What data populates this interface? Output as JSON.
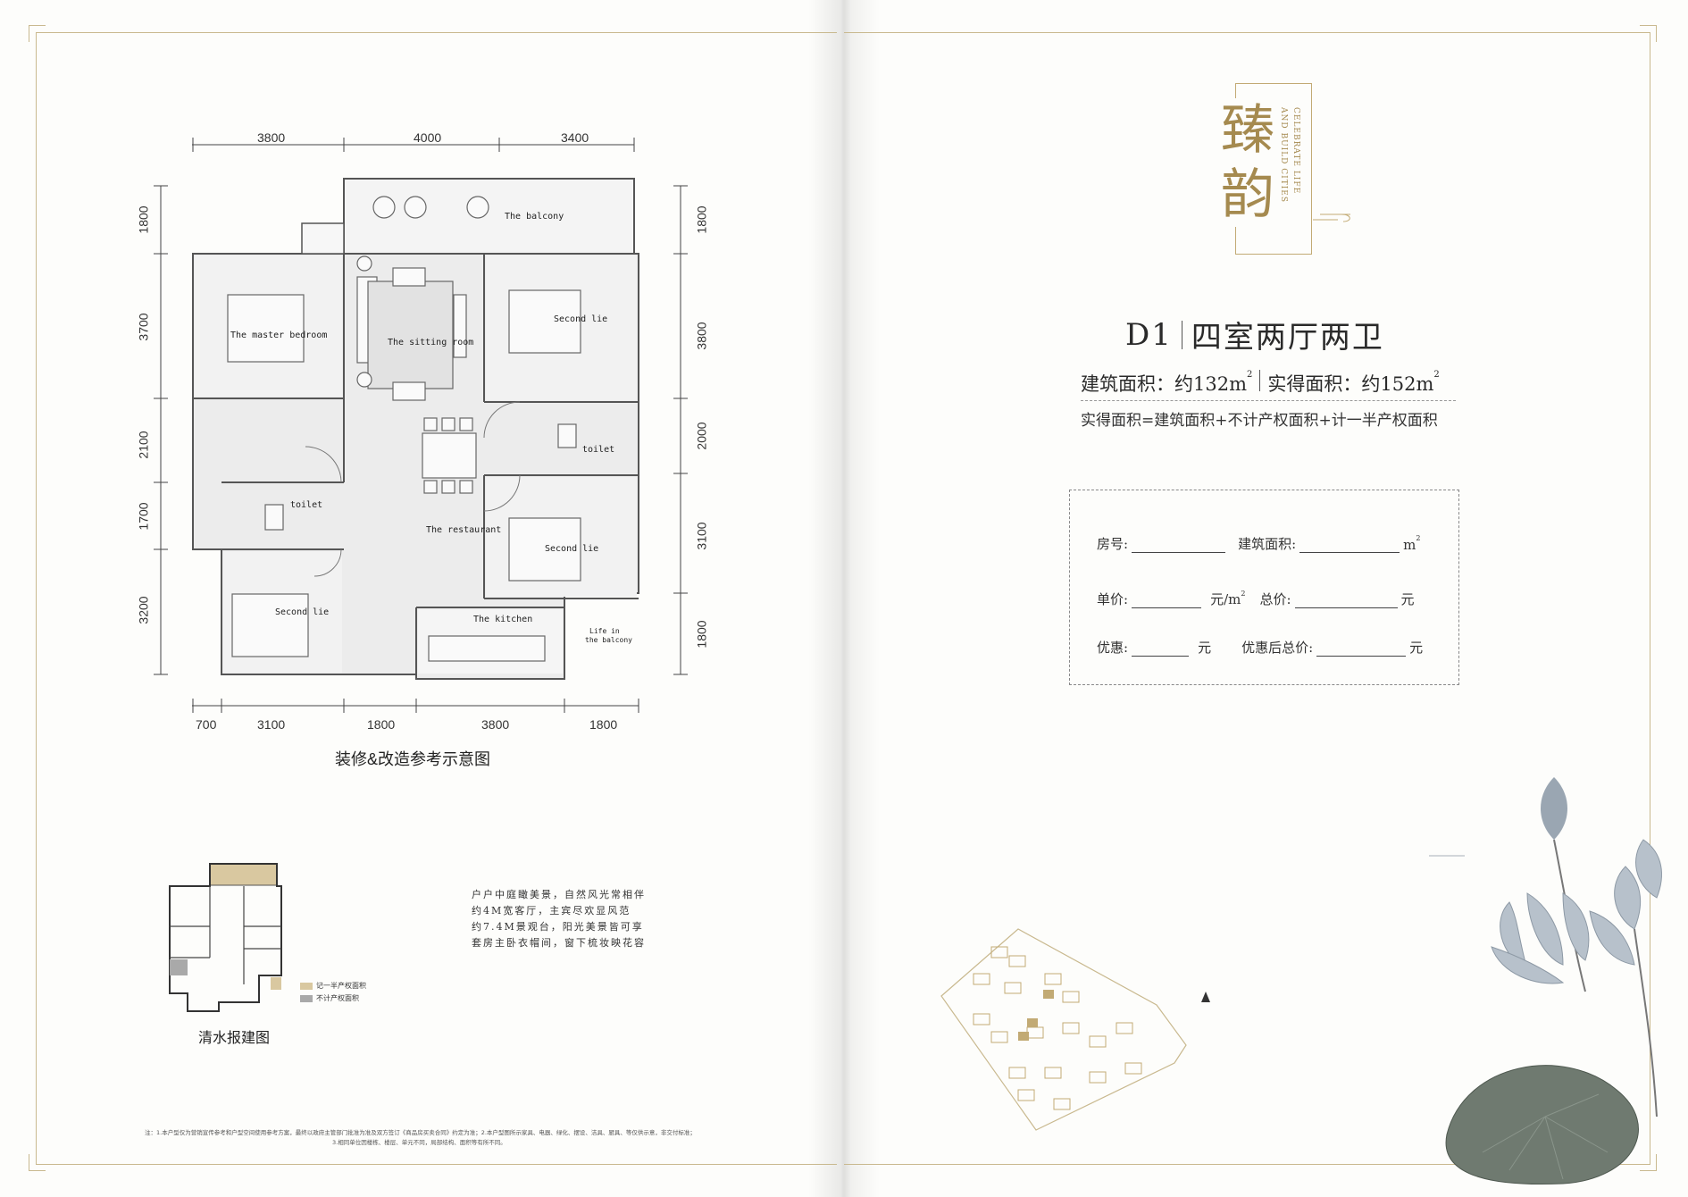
{
  "brand": {
    "title_cn": "臻韵",
    "title_en_1": "CELEBRATE LIFE",
    "title_en_2": "AND BUILD CITIES"
  },
  "unit": {
    "code": "D1",
    "layout": "四室两厅两卫",
    "building_area_label": "建筑面积：约132m",
    "actual_area_label": "实得面积：约152m",
    "area_sup": "2",
    "formula": "实得面积=建筑面积+不计产权面积+计一半产权面积"
  },
  "form": {
    "room_no": "房号:",
    "building_area": "建筑面积:",
    "unit_m2": "m",
    "sup2": "2",
    "unit_price": "单价:",
    "per_m2": "元/m",
    "total_price": "总价:",
    "yuan": "元",
    "discount": "优惠:",
    "after_discount": "优惠后总价:"
  },
  "plan": {
    "top_dims": [
      "3800",
      "4000",
      "3400"
    ],
    "bottom_dims": [
      "700",
      "3100",
      "1800",
      "3800",
      "1800"
    ],
    "left_dims": [
      "1800",
      "3700",
      "2100",
      "1700",
      "3200"
    ],
    "right_dims": [
      "1800",
      "3800",
      "2000",
      "3100",
      "1800"
    ],
    "rooms": {
      "balcony": "The balcony",
      "master_bedroom": "The master bedroom",
      "sitting_room": "The sitting room",
      "second_lie_1": "Second lie",
      "toilet_right": "toilet",
      "toilet_left": "toilet",
      "restaurant": "The restaurant",
      "second_lie_2": "Second lie",
      "second_lie_3": "Second lie",
      "kitchen": "The kitchen",
      "life_balcony_1": "Life in",
      "life_balcony_2": "the balcony"
    },
    "caption": "装修&改造参考示意图"
  },
  "small_plan": {
    "caption": "清水报建图",
    "legend_half": "记一半产权面积",
    "legend_none": "不计产权面积",
    "colors": {
      "half": "#d9c8a0",
      "none": "#a9a9a9"
    }
  },
  "description": {
    "lines": [
      "户户中庭瞰美景，自然风光常相伴",
      "约4M宽客厅，主宾尽欢显风范",
      "约7.4M景观台，阳光美景皆可享",
      "套房主卧衣帽间，窗下梳妆映花容"
    ]
  },
  "footnote": {
    "line1": "注：1.本户型仅为营销宣传参考和户型空间使用参考方案，最终以政府主管部门批准为准及双方签订《商品房买卖合同》约定为准；2.本户型图所示家具、电器、绿化、摆设、洁具、厨具、等仅供示意，非交付标准；",
    "line2": "3.相同单位因楼栋、楼层、单元不同，局部结构、面积等有所不同。"
  },
  "colors": {
    "gold": "#a58a4f",
    "frame": "#c9b98f"
  }
}
